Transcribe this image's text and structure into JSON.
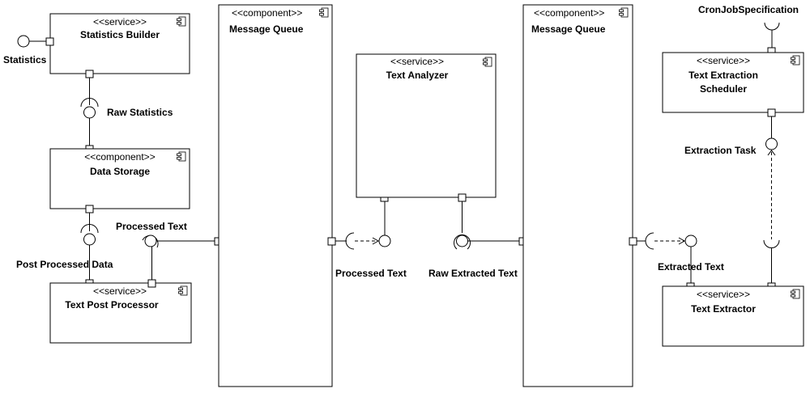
{
  "components": {
    "statistics_builder": {
      "stereotype": "<<service>>",
      "name": "Statistics Builder"
    },
    "data_storage": {
      "stereotype": "<<component>>",
      "name": "Data Storage"
    },
    "text_post_processor": {
      "stereotype": "<<service>>",
      "name": "Text Post Processor"
    },
    "message_queue_left": {
      "stereotype": "<<component>>",
      "name": "Message Queue"
    },
    "text_analyzer": {
      "stereotype": "<<service>>",
      "name": "Text Analyzer"
    },
    "message_queue_right": {
      "stereotype": "<<component>>",
      "name": "Message Queue"
    },
    "text_extraction_scheduler": {
      "stereotype": "<<service>>",
      "name_line1": "Text Extraction",
      "name_line2": "Scheduler"
    },
    "text_extractor": {
      "stereotype": "<<service>>",
      "name": "Text Extractor"
    }
  },
  "interfaces": {
    "statistics": "Statistics",
    "raw_statistics": "Raw Statistics",
    "post_processed_data": "Post Processed Data",
    "processed_text_left": "Processed Text",
    "processed_text_mid": "Processed Text",
    "raw_extracted_text": "Raw Extracted Text",
    "extracted_text": "Extracted Text",
    "cronjob_specification": "CronJobSpecification",
    "extraction_task": "Extraction Task"
  }
}
